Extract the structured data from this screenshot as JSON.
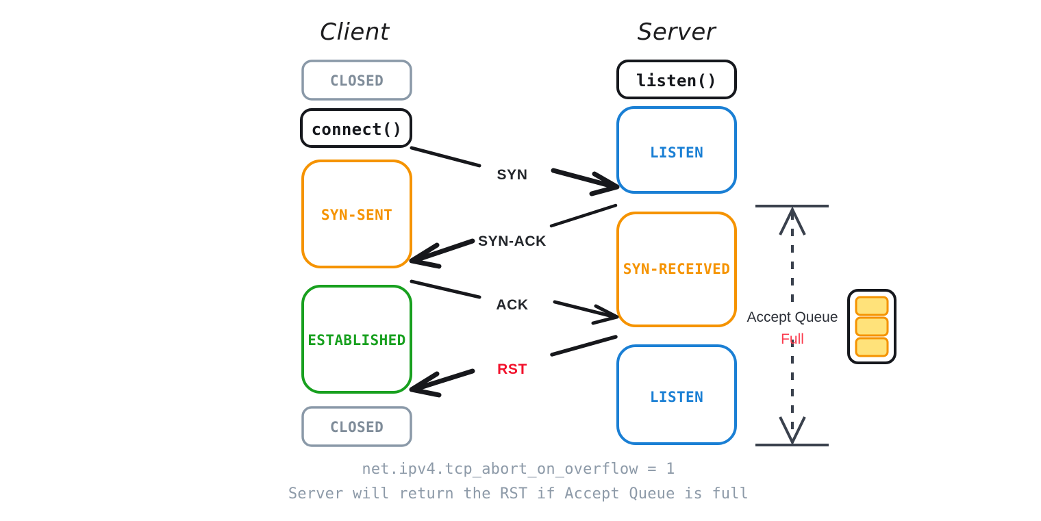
{
  "columns": {
    "client": "Client",
    "server": "Server"
  },
  "client_states": [
    {
      "label": "CLOSED",
      "kind": "state",
      "color": "#8a99a8"
    },
    {
      "label": "connect()",
      "kind": "syscall",
      "color": "#16181d"
    },
    {
      "label": "SYN-SENT",
      "kind": "state",
      "color": "#f59300"
    },
    {
      "label": "ESTABLISHED",
      "kind": "state",
      "color": "#18a01f"
    },
    {
      "label": "CLOSED",
      "kind": "state",
      "color": "#8a99a8"
    }
  ],
  "server_states": [
    {
      "label": "listen()",
      "kind": "syscall",
      "color": "#16181d"
    },
    {
      "label": "LISTEN",
      "kind": "state",
      "color": "#1a7fd4"
    },
    {
      "label": "SYN-RECEIVED",
      "kind": "state",
      "color": "#f59300"
    },
    {
      "label": "LISTEN",
      "kind": "state",
      "color": "#1a7fd4"
    }
  ],
  "messages": [
    {
      "label": "SYN",
      "direction": "client-to-server",
      "color": "#23262b"
    },
    {
      "label": "SYN-ACK",
      "direction": "server-to-client",
      "color": "#23262b"
    },
    {
      "label": "ACK",
      "direction": "client-to-server",
      "color": "#23262b"
    },
    {
      "label": "RST",
      "direction": "server-to-client",
      "color": "#f2112b"
    }
  ],
  "accept_queue": {
    "label": "Accept Queue",
    "status": "Full",
    "status_color": "#fb3b4e",
    "slot_count": 3,
    "slot_fill": "#ffe27a",
    "slot_border": "#f59300"
  },
  "caption": {
    "line1": "net.ipv4.tcp_abort_on_overflow = 1",
    "line2": "Server will return the RST if Accept Queue is full",
    "color": "#8d9aa8"
  },
  "palette": {
    "gray": "#8a99a8",
    "orange": "#f59300",
    "green": "#18a01f",
    "blue": "#1a7fd4",
    "red": "#f2112b",
    "ink": "#16181d",
    "slate": "#3a414d",
    "background": "#ffffff"
  }
}
